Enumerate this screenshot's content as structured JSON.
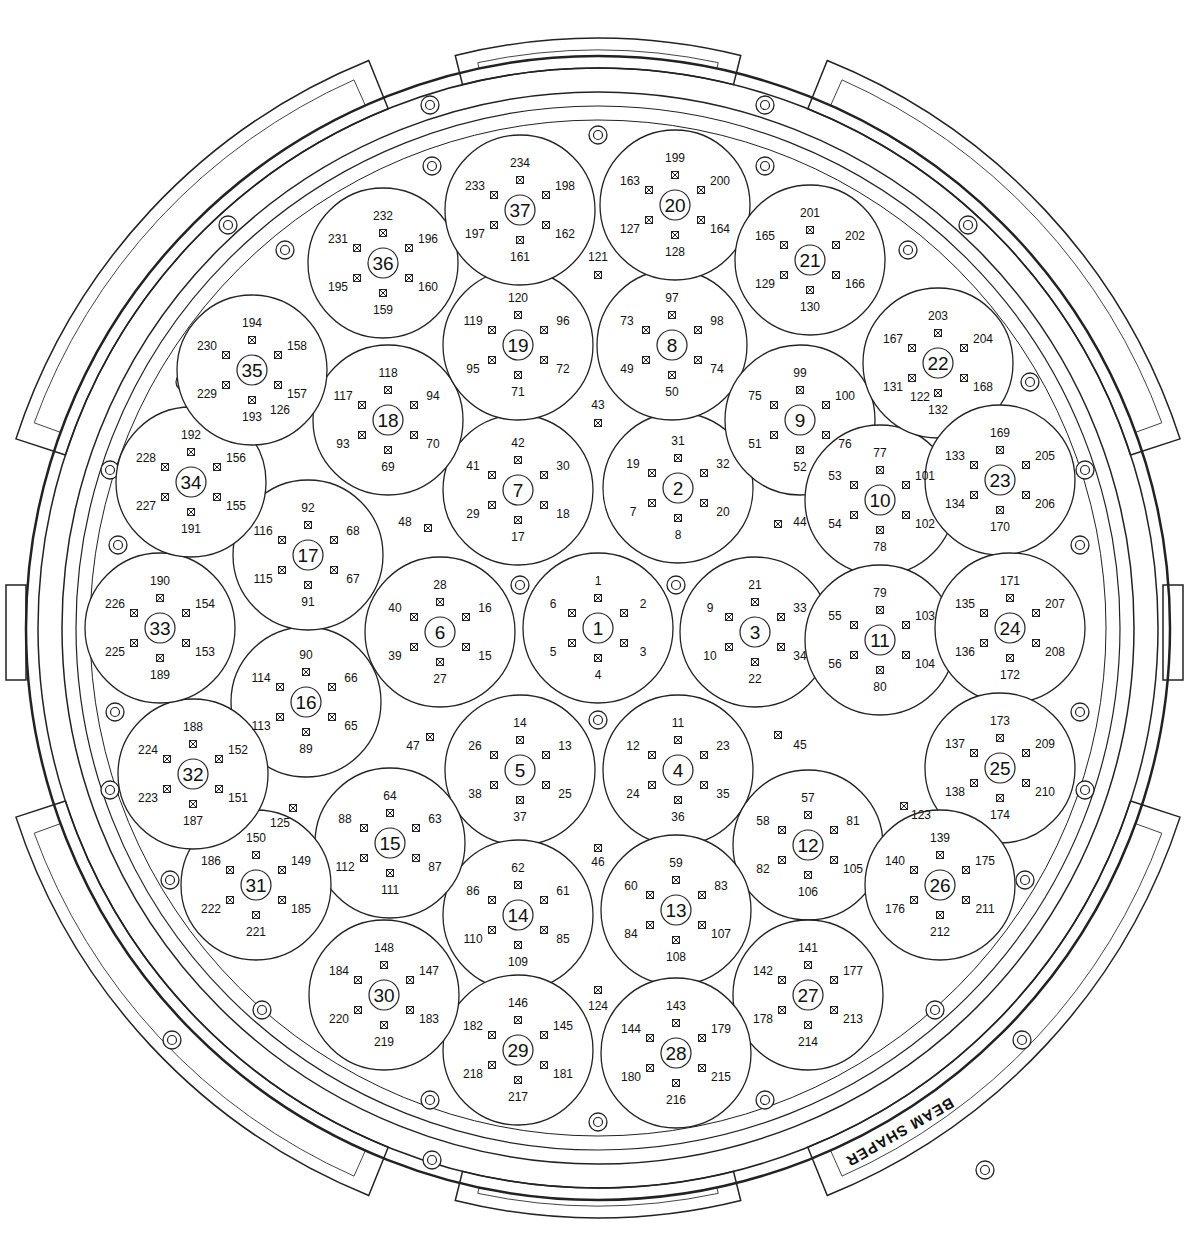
{
  "diagram": {
    "nodes": [
      {
        "text": [
          "1",
          "1",
          "2",
          "3",
          "4",
          "5",
          "6"
        ]
      },
      {
        "text": [
          "2",
          "31",
          "32",
          "20",
          "8",
          "7",
          "19"
        ]
      },
      {
        "text": [
          "3",
          "21",
          "33",
          "34",
          "22",
          "10",
          "9"
        ]
      },
      {
        "text": [
          "4",
          "11",
          "23",
          "35",
          "36",
          "24",
          "12"
        ]
      },
      {
        "text": [
          "5",
          "14",
          "13",
          "25",
          "37",
          "38",
          "26"
        ]
      },
      {
        "text": [
          "6",
          "28",
          "16",
          "15",
          "27",
          "39",
          "40"
        ]
      },
      {
        "text": [
          "7",
          "42",
          "30",
          "18",
          "17",
          "29",
          "41"
        ]
      },
      {
        "text": [
          "8",
          "97",
          "98",
          "74",
          "50",
          "49",
          "73"
        ]
      },
      {
        "text": [
          "9",
          "99",
          "100",
          "76",
          "52",
          "51",
          "75"
        ]
      },
      {
        "text": [
          "10",
          "77",
          "101",
          "102",
          "78",
          "54",
          "53"
        ]
      },
      {
        "text": [
          "11",
          "79",
          "103",
          "104",
          "80",
          "56",
          "55"
        ]
      },
      {
        "text": [
          "12",
          "57",
          "81",
          "105",
          "106",
          "82",
          "58"
        ]
      },
      {
        "text": [
          "13",
          "59",
          "83",
          "107",
          "108",
          "84",
          "60"
        ]
      },
      {
        "text": [
          "14",
          "62",
          "61",
          "85",
          "109",
          "110",
          "86"
        ]
      },
      {
        "text": [
          "15",
          "64",
          "63",
          "87",
          "111",
          "112",
          "88"
        ]
      },
      {
        "text": [
          "16",
          "90",
          "66",
          "65",
          "89",
          "113",
          "114"
        ]
      },
      {
        "text": [
          "17",
          "92",
          "68",
          "67",
          "91",
          "115",
          "116"
        ]
      },
      {
        "text": [
          "18",
          "118",
          "94",
          "70",
          "69",
          "93",
          "117"
        ]
      },
      {
        "text": [
          "19",
          "120",
          "96",
          "72",
          "71",
          "95",
          "119"
        ]
      },
      {
        "text": [
          "20",
          "199",
          "200",
          "164",
          "128",
          "127",
          "163"
        ]
      },
      {
        "text": [
          "21",
          "201",
          "202",
          "166",
          "130",
          "129",
          "165"
        ]
      },
      {
        "text": [
          "22",
          "203",
          "204",
          "168",
          "132",
          "131",
          "167"
        ]
      },
      {
        "text": [
          "23",
          "169",
          "205",
          "206",
          "170",
          "134",
          "133"
        ]
      },
      {
        "text": [
          "24",
          "171",
          "207",
          "208",
          "172",
          "136",
          "135"
        ]
      },
      {
        "text": [
          "25",
          "173",
          "209",
          "210",
          "174",
          "138",
          "137"
        ]
      },
      {
        "text": [
          "26",
          "139",
          "175",
          "211",
          "212",
          "176",
          "140"
        ]
      },
      {
        "text": [
          "27",
          "141",
          "177",
          "213",
          "214",
          "178",
          "142"
        ]
      },
      {
        "text": [
          "28",
          "143",
          "179",
          "215",
          "216",
          "180",
          "144"
        ]
      },
      {
        "text": [
          "29",
          "146",
          "145",
          "181",
          "217",
          "218",
          "182"
        ]
      },
      {
        "text": [
          "30",
          "148",
          "147",
          "183",
          "219",
          "220",
          "184"
        ]
      },
      {
        "text": [
          "31",
          "150",
          "149",
          "185",
          "221",
          "222",
          "186"
        ]
      },
      {
        "text": [
          "32",
          "188",
          "152",
          "151",
          "187",
          "223",
          "224"
        ]
      },
      {
        "text": [
          "33",
          "190",
          "154",
          "153",
          "189",
          "225",
          "226"
        ]
      },
      {
        "text": [
          "34",
          "192",
          "156",
          "155",
          "191",
          "227",
          "228"
        ]
      },
      {
        "text": [
          "35",
          "194",
          "158",
          "157",
          "193",
          "229",
          "230"
        ]
      },
      {
        "text": [
          "36",
          "232",
          "196",
          "160",
          "159",
          "195",
          "231"
        ]
      },
      {
        "text": [
          "37",
          "234",
          "198",
          "162",
          "161",
          "197",
          "233"
        ]
      }
    ],
    "labels": [
      "43",
      "44",
      "45",
      "46",
      "47",
      "48",
      "121",
      "122",
      "123",
      "124",
      "125",
      "126",
      "BEAM SHAPER"
    ]
  }
}
